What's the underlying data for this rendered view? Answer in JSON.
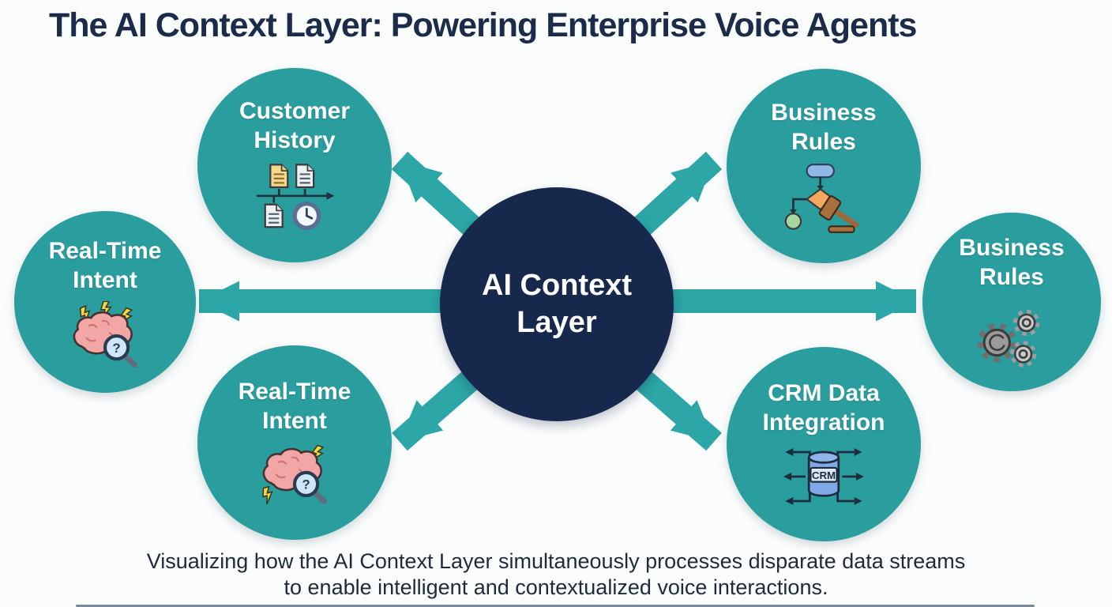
{
  "title": "The AI Context Layer: Powering Enterprise Voice Agents",
  "center": {
    "line1": "AI Context",
    "line2": "Layer"
  },
  "nodes": {
    "top_left": {
      "line1": "Customer",
      "line2": "History",
      "icon": "timeline-documents-icon"
    },
    "left": {
      "line1": "Real-Time",
      "line2": "Intent",
      "icon": "brain-intent-icon"
    },
    "bottom_left": {
      "line1": "Real-Time",
      "line2": "Intent",
      "icon": "brain-intent-icon"
    },
    "top_right": {
      "line1": "Business",
      "line2": "Rules",
      "icon": "flowchart-gavel-icon"
    },
    "right": {
      "line1": "Business",
      "line2": "Rules",
      "icon": "gears-icon"
    },
    "bottom_right": {
      "line1": "CRM Data",
      "line2": "Integration",
      "icon": "crm-database-icon"
    }
  },
  "icons": {
    "question_mark": "?",
    "crm_label": "CRM"
  },
  "caption": {
    "line1": "Visualizing how the AI Context Layer simultaneously processes disparate data streams",
    "line2": "to enable intelligent and contextualized voice interactions."
  },
  "colors": {
    "node_teal": "#2a9d9e",
    "arrow_teal": "#2ca6a6",
    "center_navy": "#16294d",
    "title_navy": "#1b2b4a",
    "background": "#fbfdfd"
  }
}
